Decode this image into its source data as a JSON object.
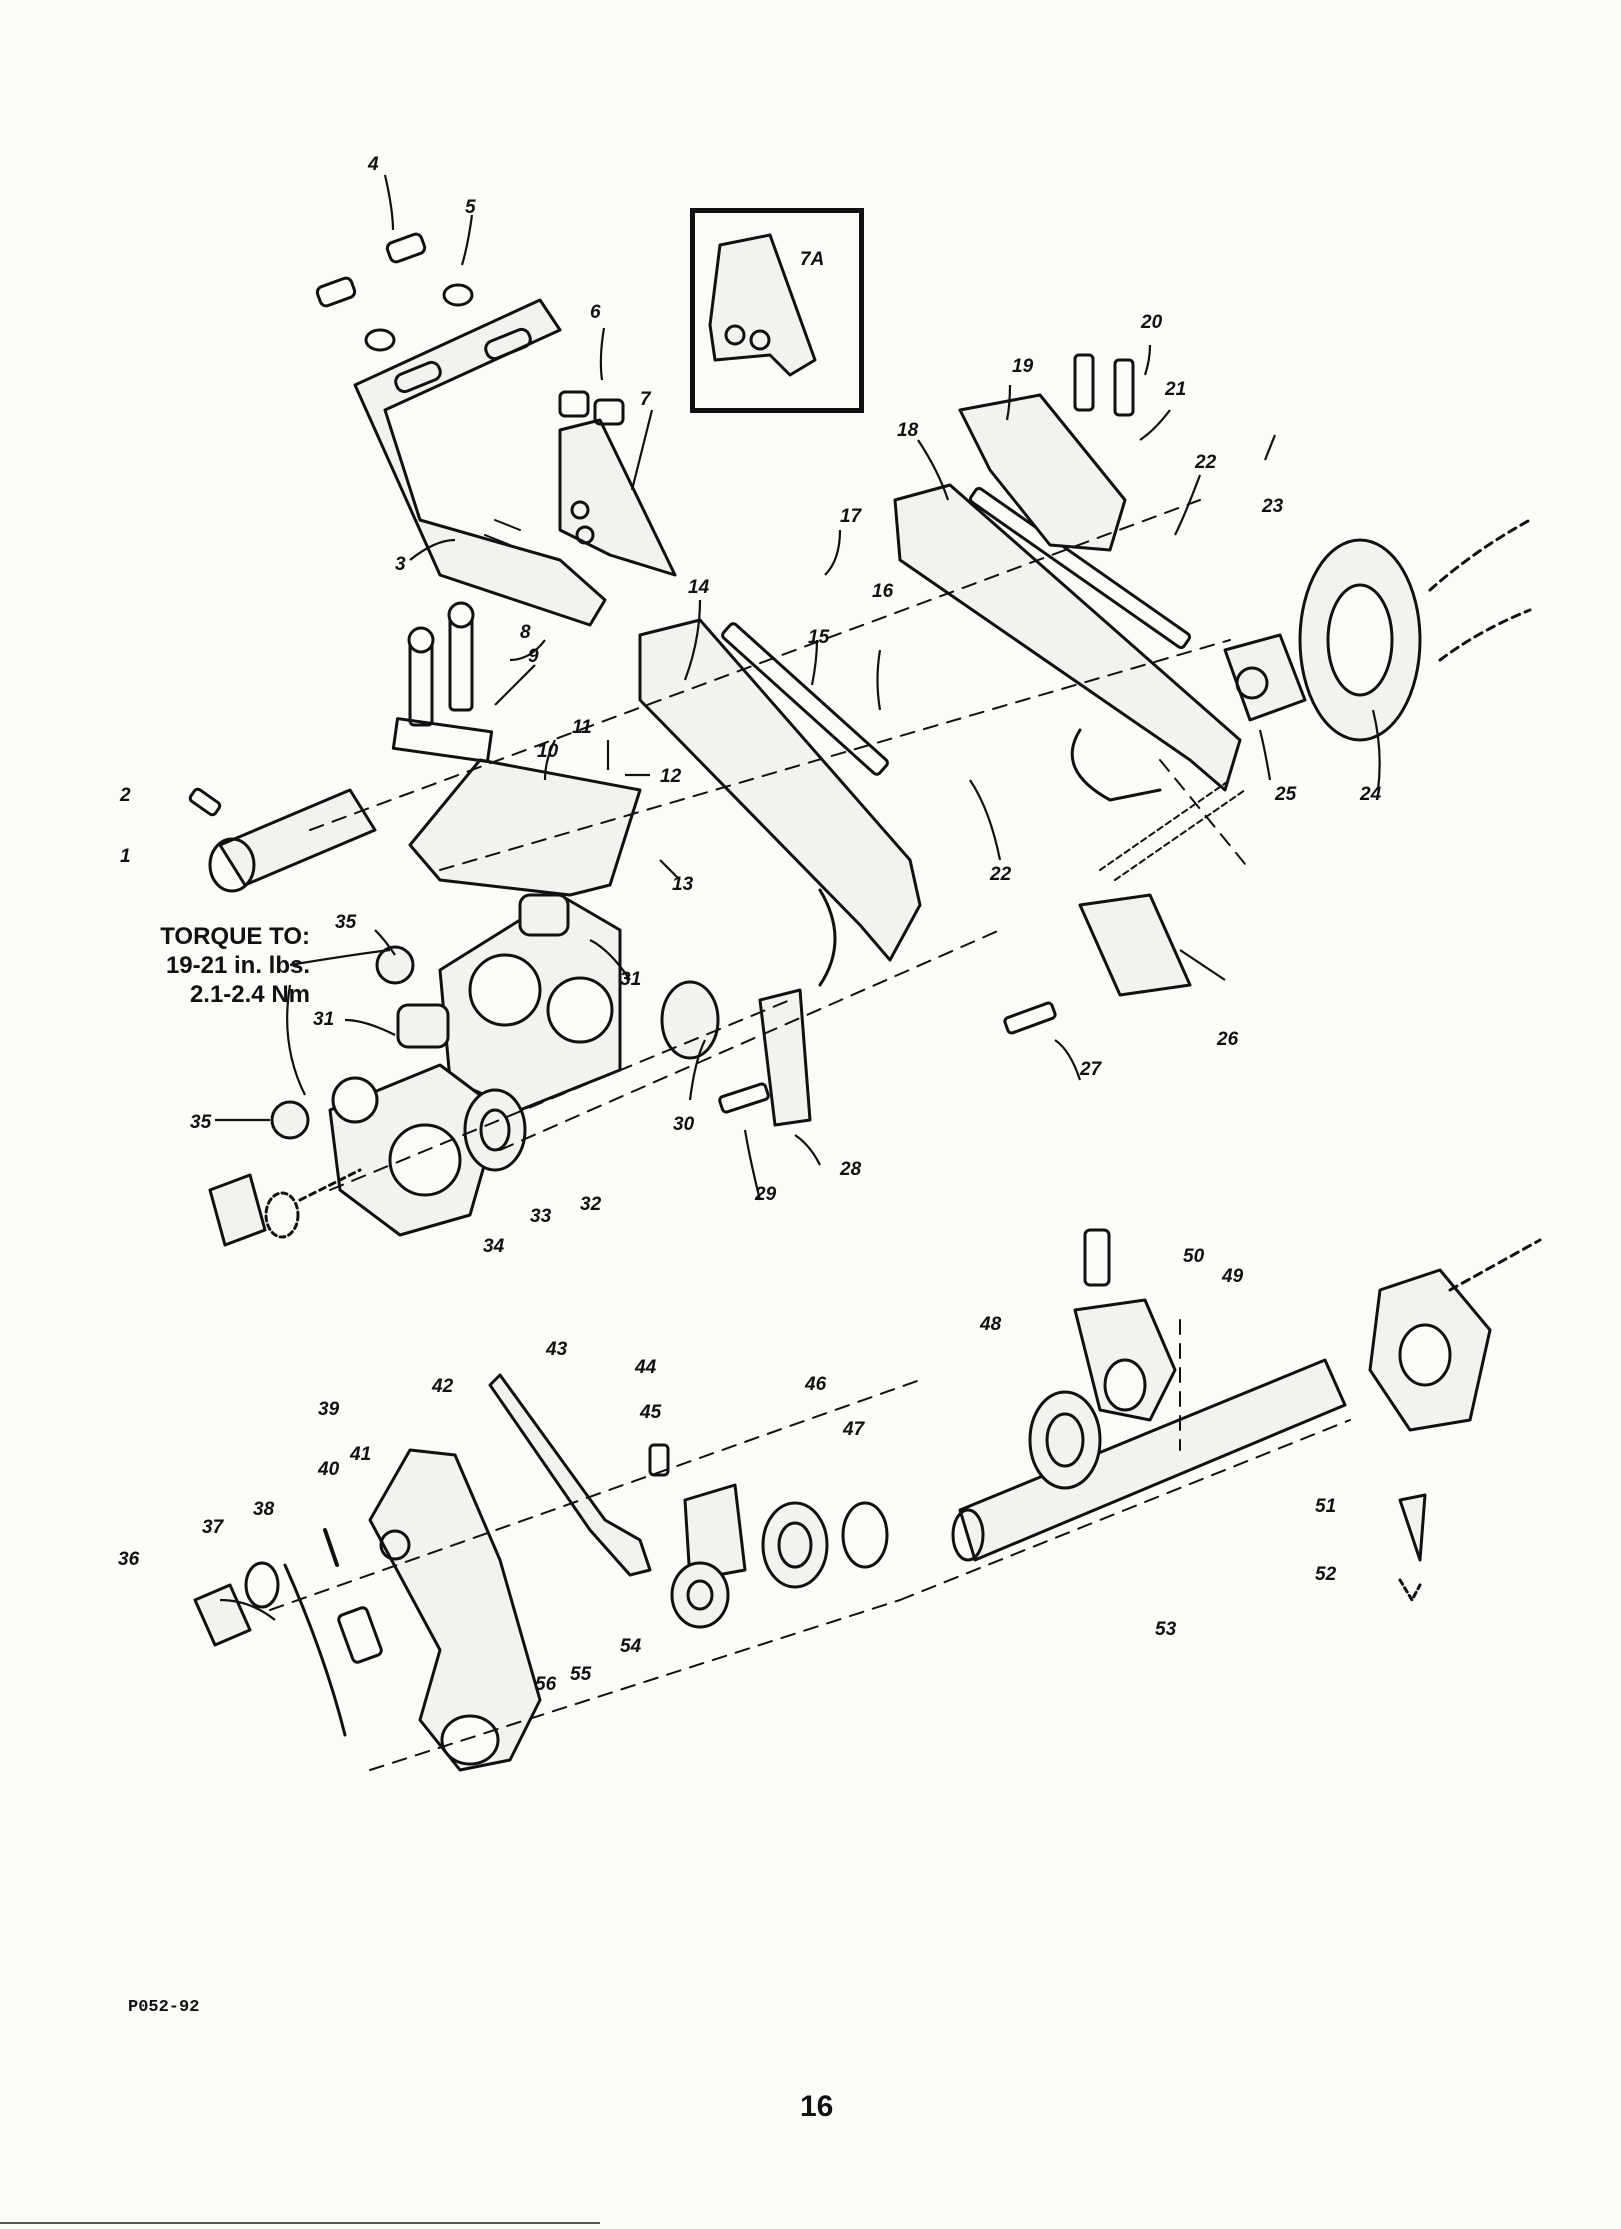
{
  "callouts": [
    "1",
    "2",
    "3",
    "4",
    "5",
    "6",
    "7",
    "7A",
    "8",
    "9",
    "10",
    "11",
    "12",
    "13",
    "14",
    "15",
    "16",
    "17",
    "18",
    "19",
    "20",
    "21",
    "22",
    "22",
    "23",
    "24",
    "25",
    "26",
    "27",
    "28",
    "29",
    "30",
    "31",
    "31",
    "32",
    "33",
    "34",
    "35",
    "35",
    "36",
    "37",
    "38",
    "39",
    "40",
    "41",
    "42",
    "43",
    "44",
    "45",
    "46",
    "47",
    "48",
    "49",
    "50",
    "51",
    "52",
    "53",
    "54",
    "55",
    "56"
  ],
  "torque": {
    "heading": "TORQUE TO:",
    "imperial": "19-21 in. lbs.",
    "metric": "2.1-2.4 Nm"
  },
  "figure_code": "P052-92",
  "page_number": "16"
}
